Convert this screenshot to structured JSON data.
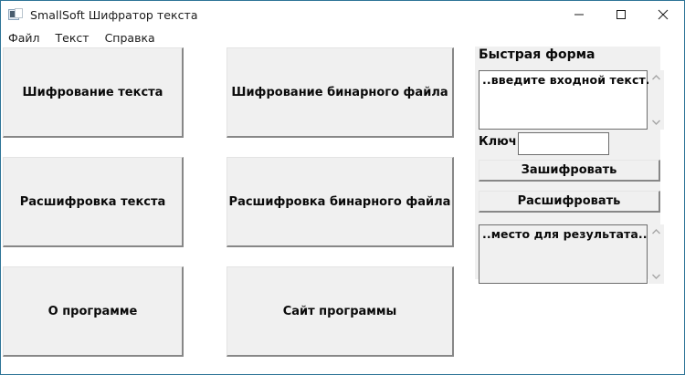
{
  "window": {
    "title": "SmallSoft Шифратор текста",
    "icon": "app-window-icon",
    "border_color": "#2e7497",
    "controls": [
      {
        "name": "minimize",
        "glyph": "minimize-icon"
      },
      {
        "name": "maximize",
        "glyph": "maximize-icon"
      },
      {
        "name": "close",
        "glyph": "close-icon"
      }
    ]
  },
  "menubar": {
    "items": [
      {
        "label": "Файл"
      },
      {
        "label": "Текст"
      },
      {
        "label": "Справка"
      }
    ]
  },
  "main_buttons": [
    {
      "label": "Шифрование текста"
    },
    {
      "label": "Шифрование бинарного файла"
    },
    {
      "label": "Расшифровка текста"
    },
    {
      "label": "Расшифровка бинарного файла"
    },
    {
      "label": "О программе"
    },
    {
      "label": "Сайт программы"
    }
  ],
  "quick_form": {
    "title": "Быстрая форма",
    "input_placeholder": "..введите входной текст..",
    "key_label": "Ключ",
    "key_value": "",
    "encrypt_label": "Зашифровать",
    "decrypt_label": "Расшифровать",
    "result_placeholder": "..место для результата.."
  },
  "colors": {
    "button_face": "#f0f0f0",
    "button_shadow": "#878787",
    "field_border": "#6d6d6d",
    "window_border": "#2e7497",
    "scroll_arrow": "#a6a6a6"
  }
}
